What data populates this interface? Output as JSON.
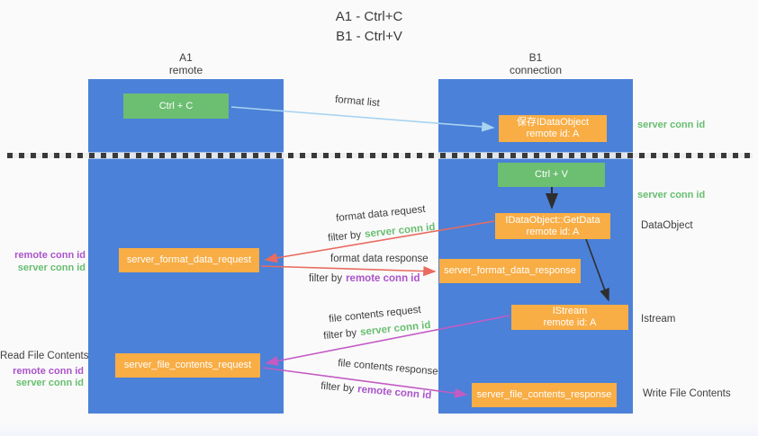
{
  "title": {
    "line1": "A1 - Ctrl+C",
    "line2": "B1 - Ctrl+V"
  },
  "lanes": {
    "a1": {
      "name": "A1",
      "subtitle": "remote"
    },
    "b1": {
      "name": "B1",
      "subtitle": "connection"
    }
  },
  "nodes": {
    "ctrl_c": "Ctrl + C",
    "ctrl_v": "Ctrl + V",
    "save_idataobject": {
      "line1": "保存IDataObject",
      "line2": "remote id: A"
    },
    "idataobject_getdata": {
      "line1": "IDataObject::GetData",
      "line2": "remote id: A"
    },
    "istream": {
      "line1": "IStream",
      "line2": "remote id: A"
    },
    "server_format_data_request": "server_format_data_request",
    "server_format_data_response": "server_format_data_response",
    "server_file_contents_request": "server_file_contents_request",
    "server_file_contents_response": "server_file_contents_response"
  },
  "edge_labels": {
    "format_list": "format list",
    "format_data_request": "format data request",
    "format_data_response": "format data response",
    "file_contents_request": "file contents request",
    "file_contents_response": "file contents response",
    "filter_by": "filter by",
    "server_conn_id": "server conn id",
    "remote_conn_id": "remote conn id"
  },
  "side_labels": {
    "server_conn_id": "server conn id",
    "remote_conn_id": "remote conn id",
    "dataobject": "DataObject",
    "istream": "Istream",
    "read_file_contents": "Read File Contents",
    "write_file_contents": "Write File Contents"
  },
  "colors": {
    "lane_blue": "#4b81d8",
    "node_green": "#6cbe71",
    "node_orange": "#f8ad45",
    "arrow_light_blue": "#a8d3f1",
    "arrow_red": "#e96b5f",
    "arrow_magenta": "#c35bc4",
    "arrow_black": "#2e2e2e",
    "text_green": "#67be70",
    "text_purple": "#ab53cb",
    "text_dark": "#3e3e3e"
  }
}
